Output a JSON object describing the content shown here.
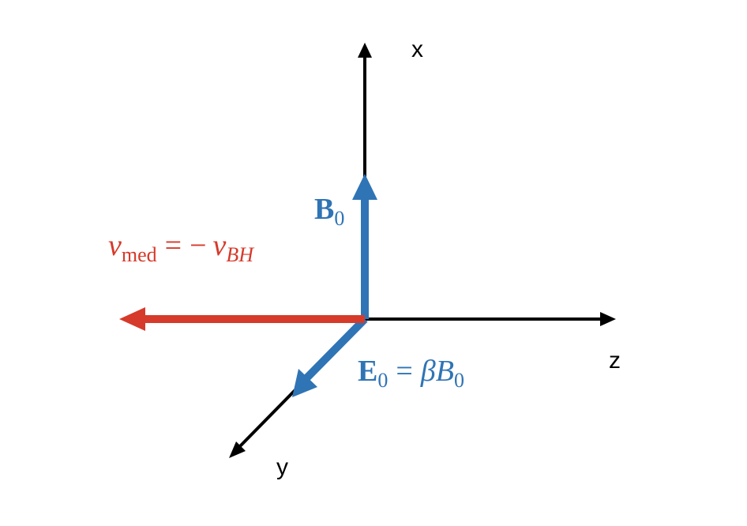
{
  "axes": {
    "x_label": "x",
    "y_label": "y",
    "z_label": "z"
  },
  "vectors": {
    "b_field": {
      "symbol": "B",
      "subscript": "0",
      "color": "#2f74b5"
    },
    "e_field": {
      "symbol": "E",
      "subscript": "0",
      "equals": "=",
      "beta": "β",
      "rhs_symbol": "B",
      "rhs_subscript": "0",
      "color": "#2f74b5"
    },
    "medium_velocity": {
      "symbol": "v",
      "subscript": "med",
      "equals": "=",
      "minus": "−",
      "rhs_symbol": "v",
      "rhs_subscript": "BH",
      "color": "#d63a2a"
    }
  },
  "colors": {
    "axis": "#000000",
    "blue": "#2f74b5",
    "red": "#d63a2a"
  }
}
